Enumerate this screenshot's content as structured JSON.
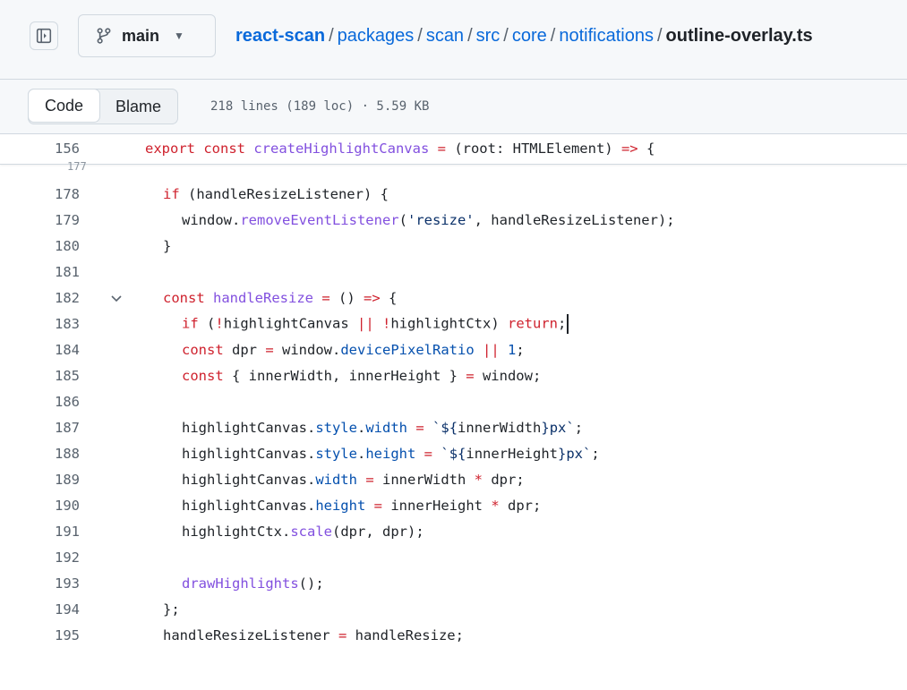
{
  "header": {
    "branch": "main",
    "breadcrumb": {
      "repo": "react-scan",
      "dirs": [
        "packages",
        "scan",
        "src",
        "core",
        "notifications"
      ],
      "file": "outline-overlay.ts"
    }
  },
  "toolbar": {
    "code_tab": "Code",
    "blame_tab": "Blame",
    "file_info": "218 lines (189 loc) · 5.59 KB"
  },
  "colors": {
    "keyword": "#cf222e",
    "function": "#8250df",
    "string": "#0a3069",
    "number": "#0550ae",
    "link": "#0969da"
  },
  "sticky_line": {
    "number": "156",
    "partial_number": "177"
  },
  "lines": [
    {
      "number": "178"
    },
    {
      "number": "179"
    },
    {
      "number": "180"
    },
    {
      "number": "181"
    },
    {
      "number": "182"
    },
    {
      "number": "183"
    },
    {
      "number": "184"
    },
    {
      "number": "185"
    },
    {
      "number": "186"
    },
    {
      "number": "187"
    },
    {
      "number": "188"
    },
    {
      "number": "189"
    },
    {
      "number": "190"
    },
    {
      "number": "191"
    },
    {
      "number": "192"
    },
    {
      "number": "193"
    },
    {
      "number": "194"
    },
    {
      "number": "195"
    }
  ]
}
